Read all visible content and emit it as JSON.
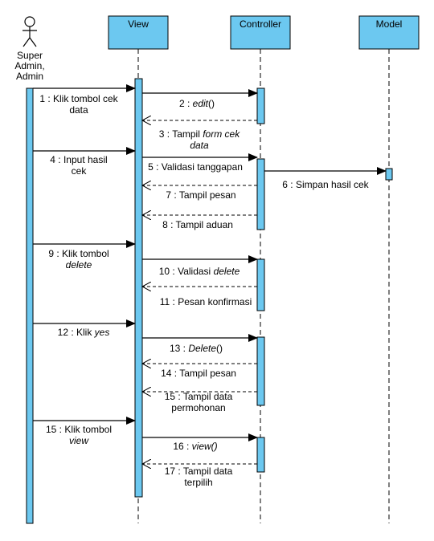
{
  "actor": {
    "name_lines": [
      "Super",
      "Admin,",
      "Admin"
    ]
  },
  "lifelines": [
    {
      "id": "view",
      "label": "View"
    },
    {
      "id": "controller",
      "label": "Controller"
    },
    {
      "id": "model",
      "label": "Model"
    }
  ],
  "messages": [
    {
      "id": "m1",
      "kind": "sync",
      "label_lines": [
        [
          {
            "t": "1 : Klik tombol cek"
          }
        ],
        [
          {
            "t": "data"
          }
        ]
      ]
    },
    {
      "id": "m2",
      "kind": "sync",
      "label_lines": [
        [
          {
            "t": "2 : "
          },
          {
            "t": "edit",
            "i": true
          },
          {
            "t": "()"
          }
        ]
      ]
    },
    {
      "id": "m3",
      "kind": "return",
      "label_lines": [
        [
          {
            "t": "3 : Tampil "
          },
          {
            "t": "form cek",
            "i": true
          }
        ],
        [
          {
            "t": "data",
            "i": true
          }
        ]
      ]
    },
    {
      "id": "m4",
      "kind": "sync",
      "label_lines": [
        [
          {
            "t": "4 : Input hasil"
          }
        ],
        [
          {
            "t": "cek"
          }
        ]
      ]
    },
    {
      "id": "m5",
      "kind": "sync",
      "label_lines": [
        [
          {
            "t": "5 : Validasi tanggapan"
          }
        ]
      ]
    },
    {
      "id": "m6",
      "kind": "sync",
      "label_lines": [
        [
          {
            "t": "6 : Simpan hasil cek"
          }
        ]
      ]
    },
    {
      "id": "m7",
      "kind": "return",
      "label_lines": [
        [
          {
            "t": "7 : Tampil pesan"
          }
        ]
      ]
    },
    {
      "id": "m8",
      "kind": "return",
      "label_lines": [
        [
          {
            "t": "8 : Tampil aduan"
          }
        ]
      ]
    },
    {
      "id": "m9",
      "kind": "sync",
      "label_lines": [
        [
          {
            "t": "9 : Klik tombol"
          }
        ],
        [
          {
            "t": "delete",
            "i": true
          }
        ]
      ]
    },
    {
      "id": "m10",
      "kind": "sync",
      "label_lines": [
        [
          {
            "t": "10 : Validasi "
          },
          {
            "t": "delete",
            "i": true
          }
        ]
      ]
    },
    {
      "id": "m11",
      "kind": "return",
      "label_lines": [
        [
          {
            "t": "11 : Pesan konfirmasi"
          }
        ]
      ]
    },
    {
      "id": "m12",
      "kind": "sync",
      "label_lines": [
        [
          {
            "t": "12 : Klik "
          },
          {
            "t": "yes",
            "i": true
          }
        ]
      ]
    },
    {
      "id": "m13",
      "kind": "sync",
      "label_lines": [
        [
          {
            "t": "13 : "
          },
          {
            "t": "Delete",
            "i": true
          },
          {
            "t": "()"
          }
        ]
      ]
    },
    {
      "id": "m14",
      "kind": "return",
      "label_lines": [
        [
          {
            "t": "14 : Tampil pesan"
          }
        ]
      ]
    },
    {
      "id": "m15a",
      "kind": "return",
      "label_lines": [
        [
          {
            "t": "15 : Tampil data"
          }
        ],
        [
          {
            "t": "permohonan"
          }
        ]
      ]
    },
    {
      "id": "m15b",
      "kind": "sync",
      "label_lines": [
        [
          {
            "t": "15 : Klik tombol"
          }
        ],
        [
          {
            "t": "view",
            "i": true
          }
        ]
      ]
    },
    {
      "id": "m16",
      "kind": "sync",
      "label_lines": [
        [
          {
            "t": "16 : "
          },
          {
            "t": "view()",
            "i": true
          }
        ]
      ]
    },
    {
      "id": "m17",
      "kind": "return",
      "label_lines": [
        [
          {
            "t": "17 : Tampil data"
          }
        ],
        [
          {
            "t": "terpilih"
          }
        ]
      ]
    }
  ],
  "colors": {
    "fill": "#6cc8f0",
    "stroke": "#000000"
  }
}
